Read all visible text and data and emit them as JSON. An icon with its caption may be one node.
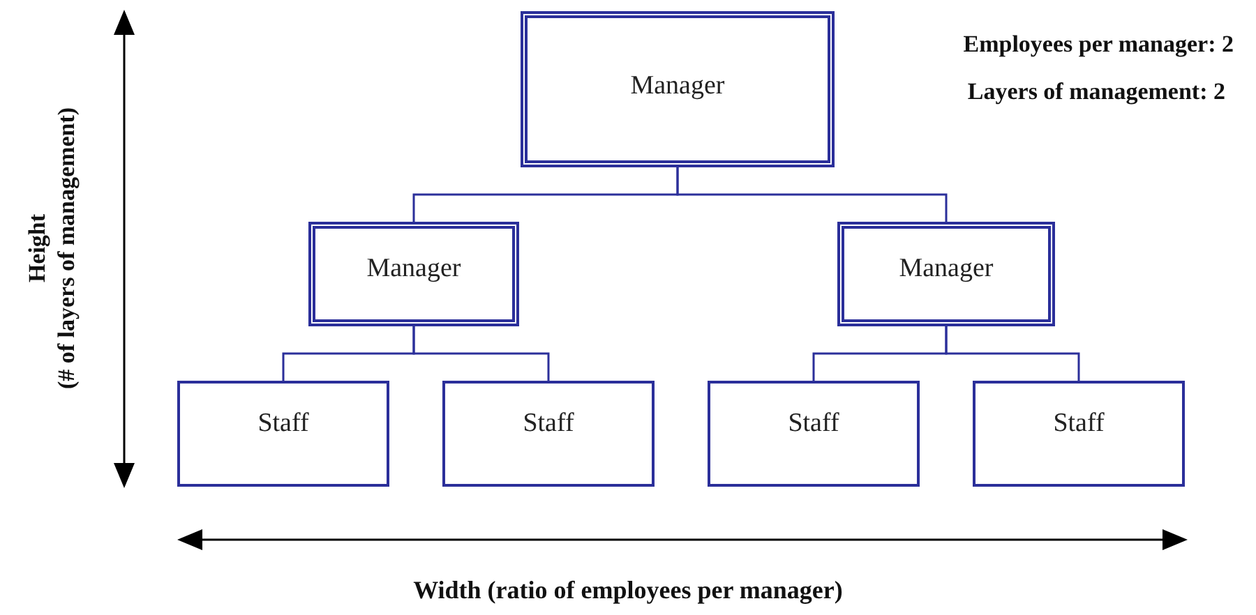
{
  "diagram": {
    "nodes": [
      {
        "text": [
          "Manager"
        ]
      },
      {
        "text": [
          "Manager"
        ]
      },
      {
        "text": [
          "Manager"
        ]
      },
      {
        "text": [
          "Staff"
        ]
      },
      {
        "text": [
          "Staff"
        ]
      },
      {
        "text": [
          "Staff"
        ]
      },
      {
        "text": [
          "Staff"
        ]
      }
    ],
    "edges": [
      {
        "from": 0,
        "to": 1,
        "arrow": "none"
      },
      {
        "from": 0,
        "to": 2,
        "arrow": "none"
      },
      {
        "from": 1,
        "to": 3,
        "arrow": "none"
      },
      {
        "from": 1,
        "to": 4,
        "arrow": "none"
      },
      {
        "from": 2,
        "to": 5,
        "arrow": "none"
      },
      {
        "from": 2,
        "to": 6,
        "arrow": "none"
      }
    ],
    "labels": [
      "Employees per manager:  2",
      "Layers of management:  2",
      "Height",
      "(# of layers of management)",
      "Width (ratio of employees per manager)"
    ]
  }
}
